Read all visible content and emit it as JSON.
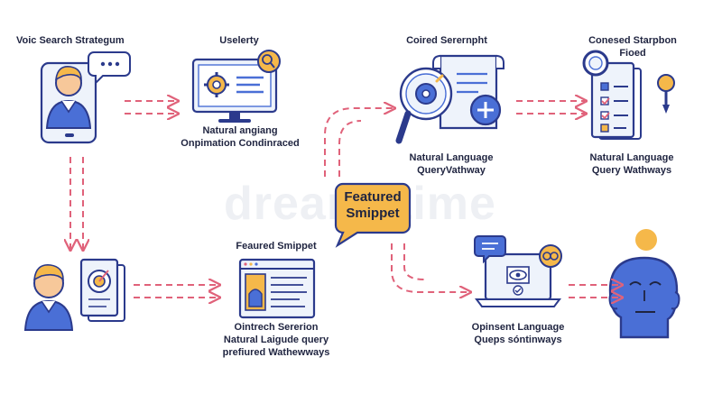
{
  "watermark": "dreamstime",
  "colors": {
    "navy": "#2b3a8c",
    "blue": "#4a6fd6",
    "orange": "#f5b84a",
    "pink": "#e0627a",
    "skin": "#f7c89a",
    "paper": "#eef3fb"
  },
  "labels": {
    "voice_search": "Voic Search Strategum",
    "uselerty": "Uselerty",
    "natural_engang_1": "Natural angiang",
    "natural_engang_2": "Onpimation Condinraced",
    "coired": "Coired Serernpht",
    "conesed_1": "Conesed Starpbon",
    "conesed_2": "Fioed",
    "nlq_path_1": "Natural Language",
    "nlq_path_2": "QueryVathway",
    "nlq_wath_1": "Natural Language",
    "nlq_wath_2": "Query Wathways",
    "featured_bubble_1": "Featured",
    "featured_bubble_2": "Smippet",
    "feaured_smippet": "Feaured Smippet",
    "ointrech_1": "Ointrech Sererion",
    "ointrech_2": "Natural Laigude query",
    "ointrech_3": "prefiured Wathewways",
    "opinsent_1": "Opinsent Language",
    "opinsent_2": "Queps sóntinways"
  },
  "icons": [
    "person-phone-icon",
    "chat-dots-icon",
    "monitor-gear-icon",
    "search-badge-icon",
    "magnifier-gear-icon",
    "document-scroll-icon",
    "plus-icon",
    "clipboard-checklist-icon",
    "magnifier-icon",
    "pin-icon",
    "person-icon",
    "target-document-icon",
    "browser-window-icon",
    "laptop-eye-icon",
    "ai-head-icon"
  ]
}
